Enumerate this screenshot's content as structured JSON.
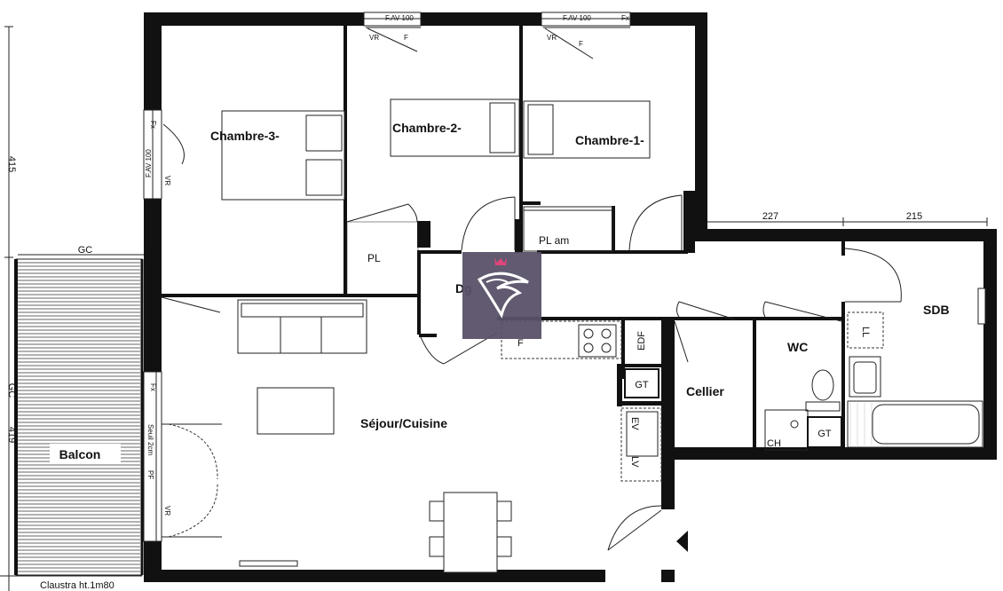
{
  "rooms": {
    "chambre3": "Chambre-3-",
    "chambre2": "Chambre-2-",
    "chambre1": "Chambre-1-",
    "pl": "PL",
    "pl_am": "PL am",
    "dg": "Dg",
    "sejour": "Séjour/Cuisine",
    "cellier": "Cellier",
    "wc": "WC",
    "sdb": "SDB",
    "balcon": "Balcon"
  },
  "equipment": {
    "gt_cellier": "GT",
    "gt_wc": "GT",
    "edf": "EDF",
    "ch": "CH",
    "ll": "LL",
    "lv": "LV",
    "ev": "EV",
    "f_kitchen": "F"
  },
  "windows": {
    "fav_top1": "F.AV 100",
    "fav_top2": "F.AV 100",
    "fx_top2": "Fx",
    "vr": "VR",
    "f": "F",
    "fx": "Fx",
    "fav_left": "F.AV 100",
    "seuil": "Seuil 2cm",
    "pf": "PF"
  },
  "dimensions": {
    "d227": "227",
    "d215": "215",
    "d415": "415",
    "d419": "419",
    "gc": "GC",
    "gc_side": "GC"
  },
  "notes": {
    "claustra": "Claustra ht.1m80"
  },
  "colors": {
    "wall": "#111111",
    "edf": "#d0021b",
    "logo_bg": "#5a5168",
    "logo_crown": "#e0457b"
  }
}
